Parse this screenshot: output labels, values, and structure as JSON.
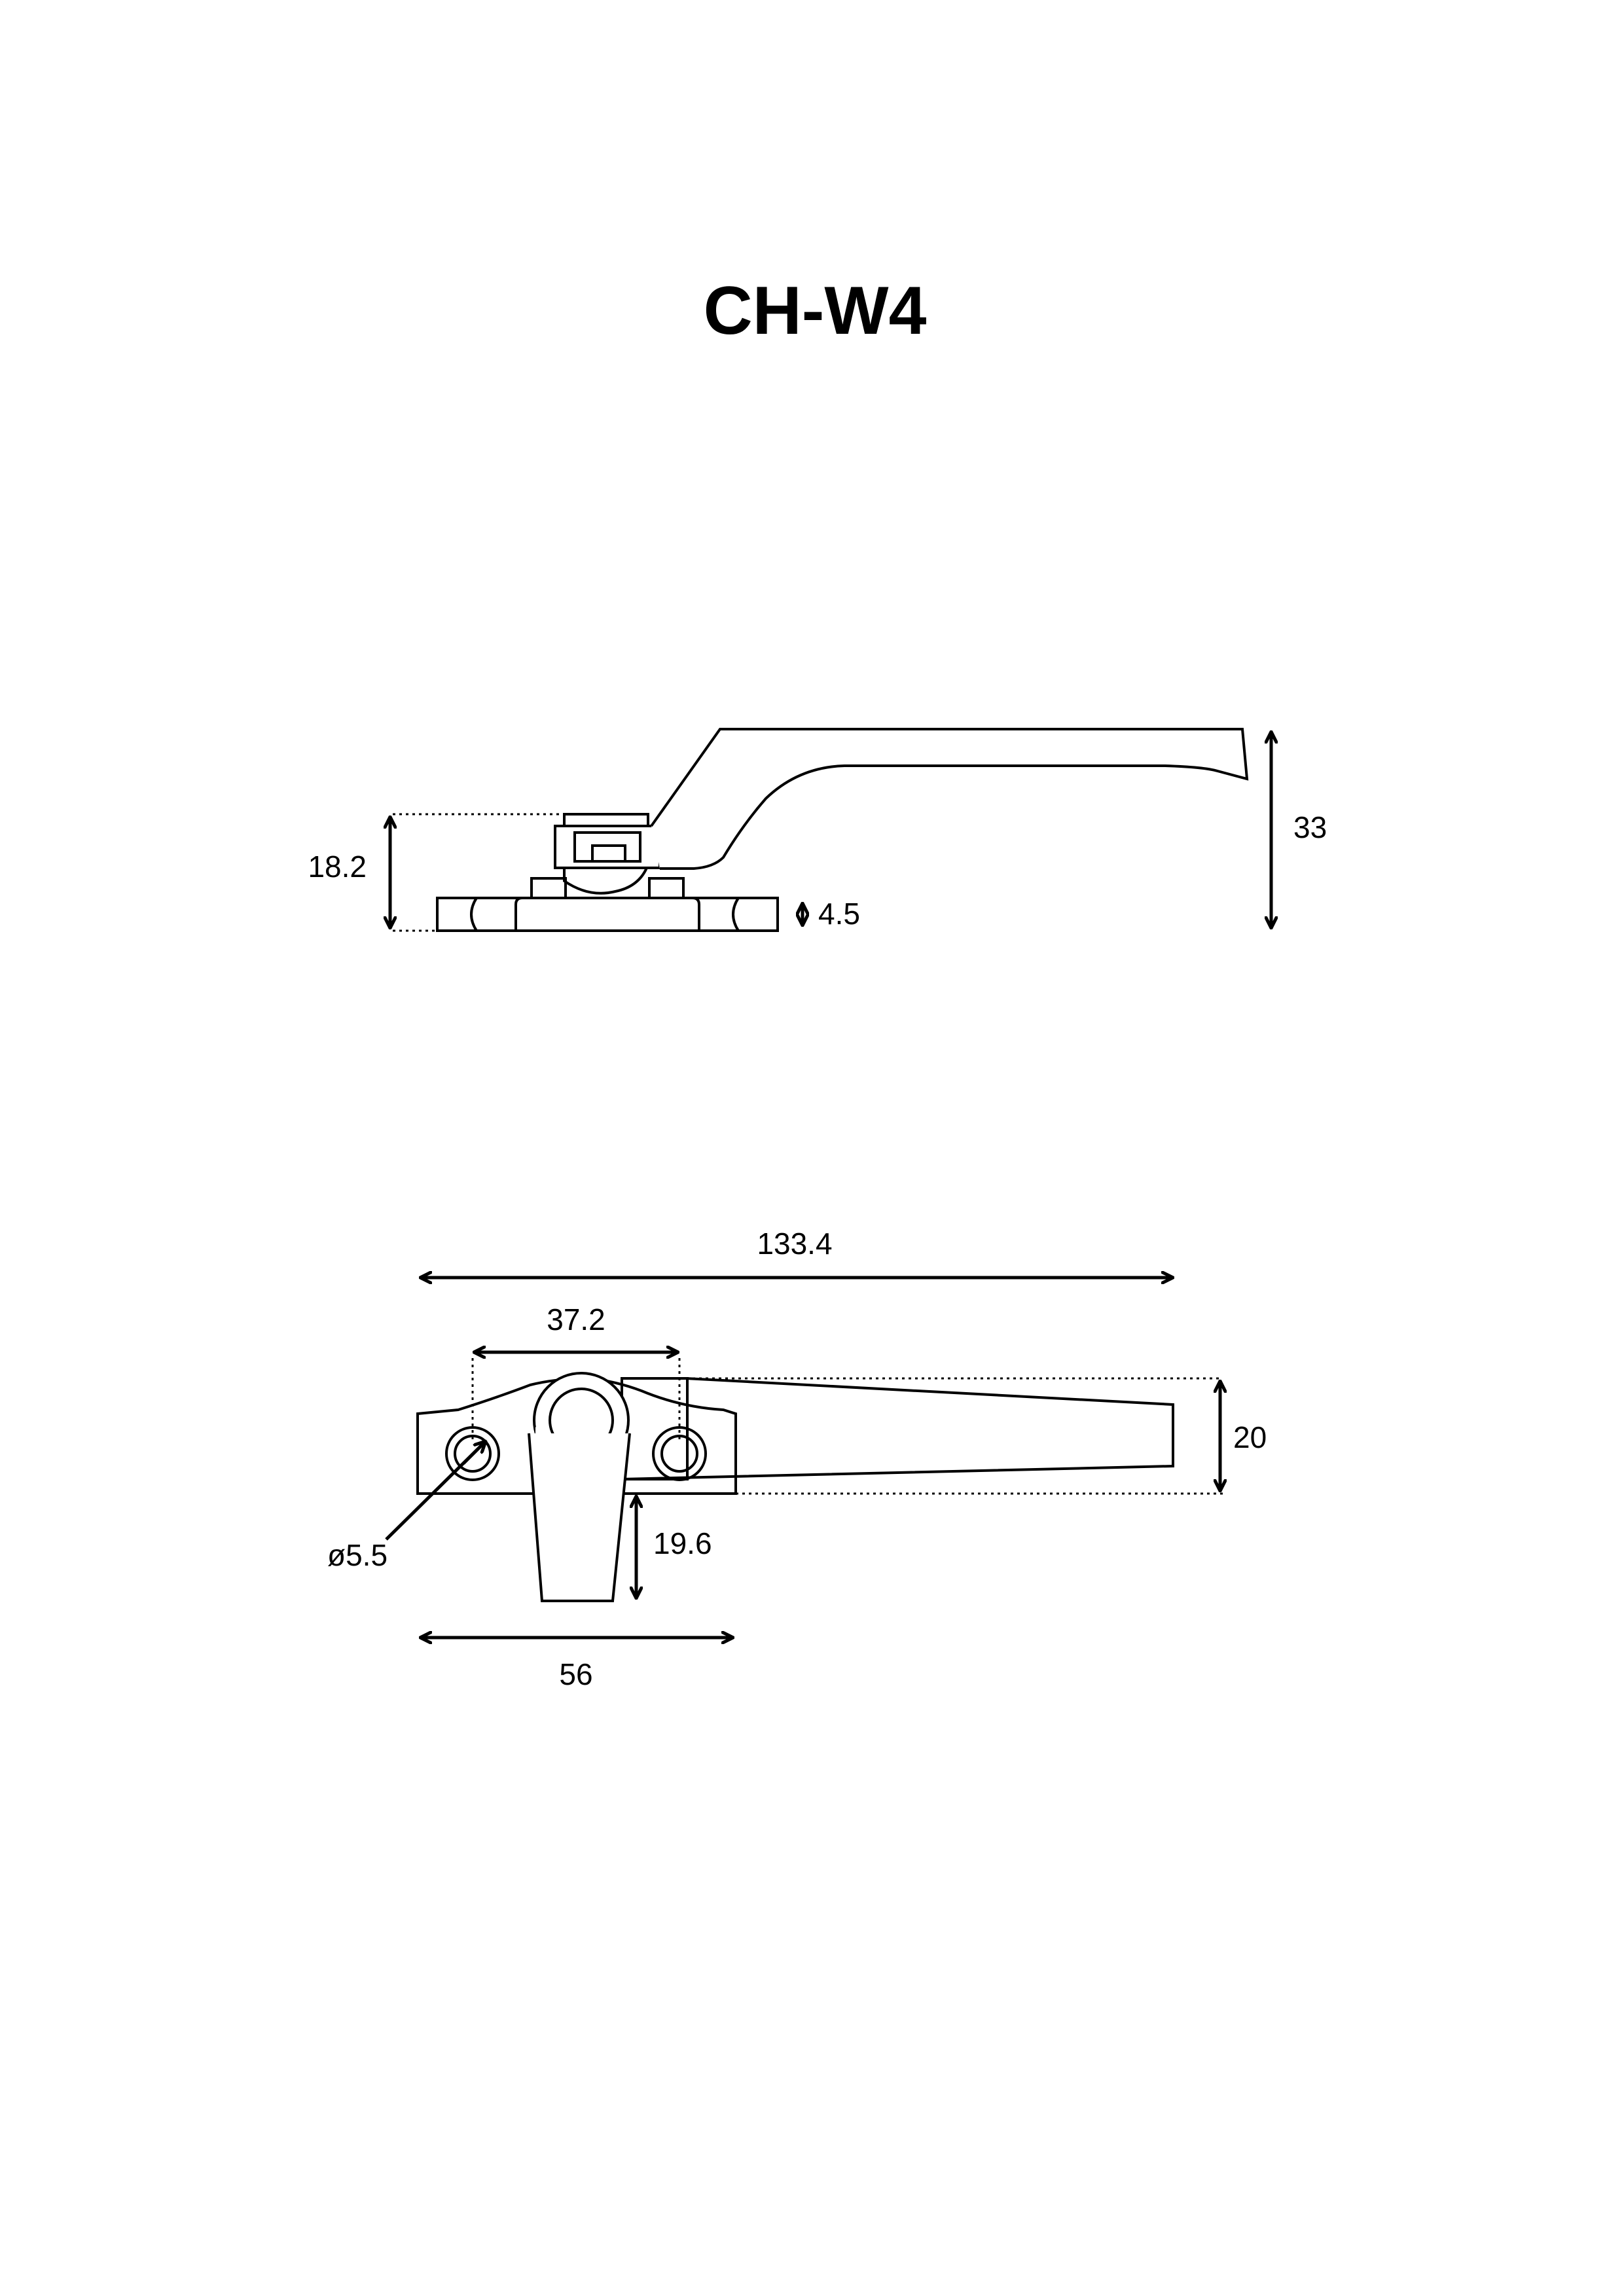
{
  "title": "CH-W4",
  "side_view": {
    "dims": {
      "height_overall": "18.2",
      "base_thickness": "4.5",
      "height_handle": "33"
    }
  },
  "top_view": {
    "dims": {
      "overall_length": "133.4",
      "hole_spacing": "37.2",
      "width": "20",
      "hole_diameter": "ø5.5",
      "nose_length": "19.6",
      "base_length": "56"
    }
  }
}
